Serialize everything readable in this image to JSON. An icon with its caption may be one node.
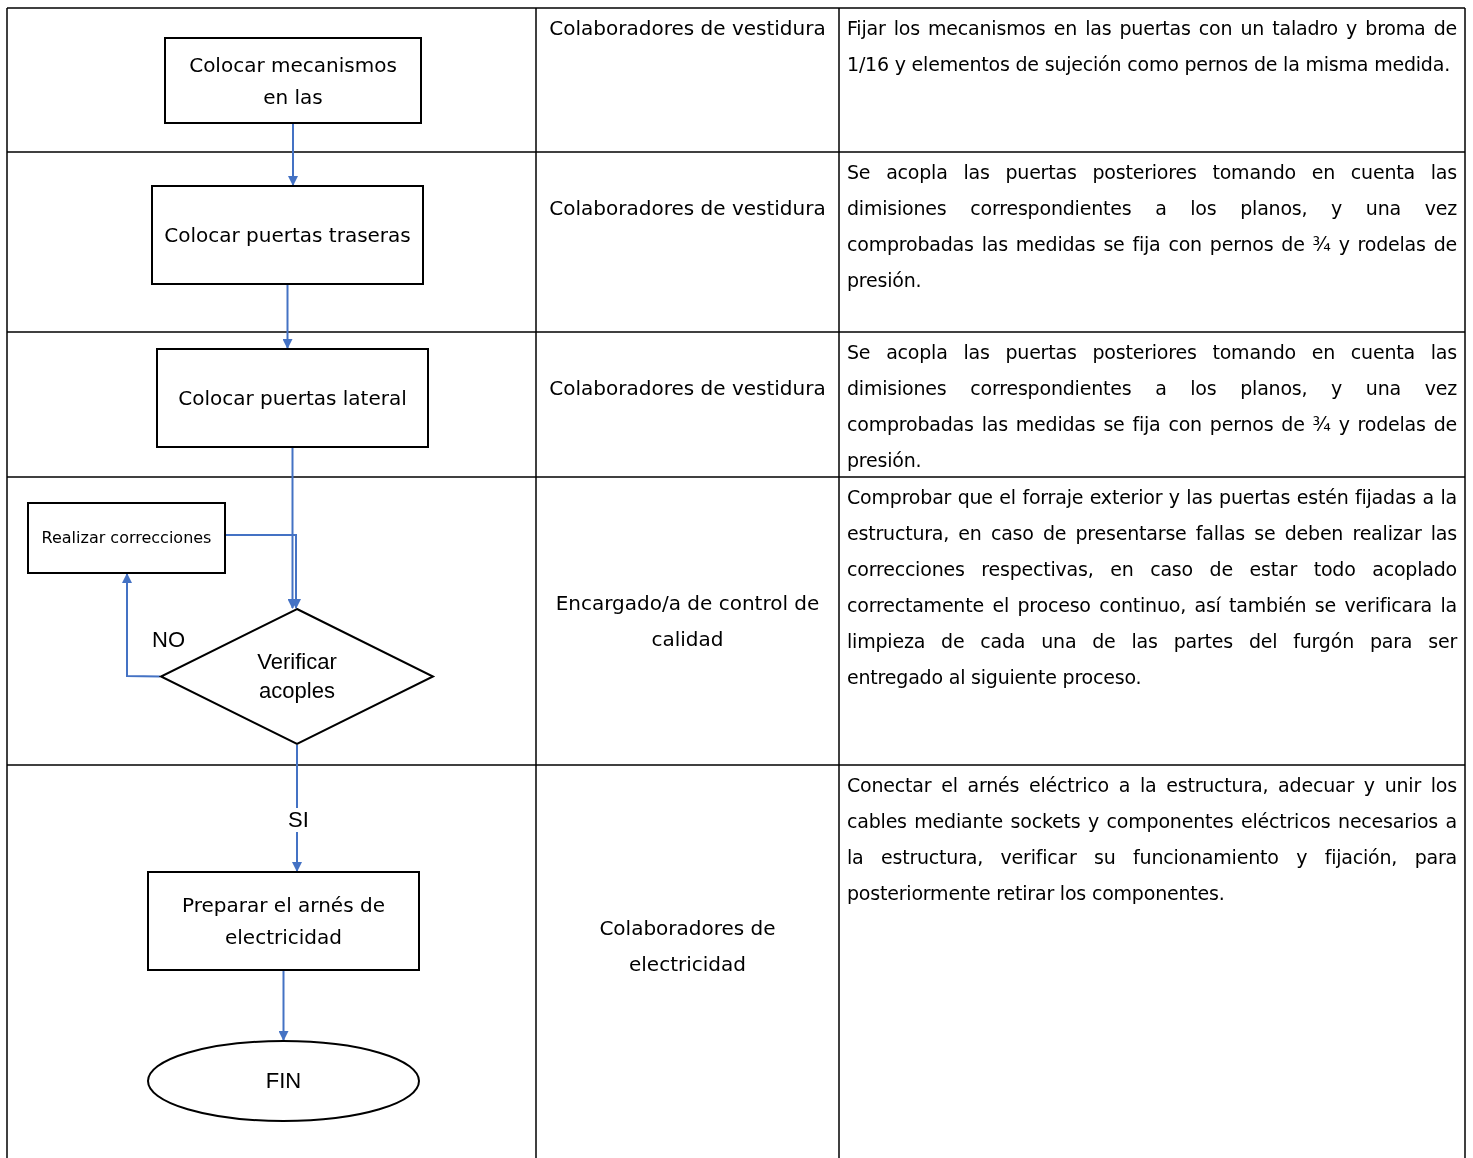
{
  "diagram": {
    "nodes": [
      {
        "text": [
          "Colocar mecanismos en las"
        ]
      },
      {
        "text": [
          "Colocar puertas traseras"
        ]
      },
      {
        "text": [
          "Colocar puertas lateral"
        ]
      },
      {
        "text": [
          "Realizar correcciones"
        ]
      },
      {
        "text": [
          "Verificar acoples"
        ]
      },
      {
        "text": [
          "Preparar el arnés de electricidad"
        ]
      },
      {
        "text": [
          "FIN"
        ]
      }
    ],
    "edges": [
      {
        "from": 0,
        "to": 1,
        "arrow": "to"
      },
      {
        "from": 1,
        "to": 2,
        "arrow": "to"
      },
      {
        "from": 2,
        "to": 4,
        "arrow": "to"
      },
      {
        "from": 3,
        "to": 4,
        "arrow": "to"
      },
      {
        "from": 4,
        "to": 3,
        "arrow": "to",
        "label": "NO"
      },
      {
        "from": 4,
        "to": 5,
        "arrow": "to",
        "label": "SI"
      },
      {
        "from": 5,
        "to": 6,
        "arrow": "to"
      }
    ],
    "labels": [
      "Colaboradores de vestidura",
      "Fijar los mecanismos en las puertas con un taladro y broma de 1/16 y elementos de sujeción como pernos de la misma medida.",
      "Colaboradores de vestidura",
      "Se acopla las puertas posteriores tomando en cuenta las dimisiones correspondientes a los planos, y una vez comprobadas las medidas se fija con pernos de ¾ y rodelas de presión.",
      "Colaboradores de vestidura",
      "Se acopla las puertas posteriores tomando en cuenta las dimisiones correspondientes a los planos, y una vez comprobadas las medidas se fija con pernos de ¾ y rodelas de presión.",
      "Encargado/a de control de calidad",
      "Comprobar que el forraje exterior y las puertas estén fijadas a la estructura, en caso de presentarse fallas se deben realizar las correcciones respectivas, en caso de estar todo acoplado correctamente el proceso continuo, así también se verificara la limpieza de cada una de las partes del furgón para ser entregado al siguiente proceso.",
      "Colaboradores de electricidad",
      "Conectar el arnés eléctrico a la estructura, adecuar y unir los cables mediante sockets y componentes eléctricos necesarios a la estructura, verificar su funcionamiento y fijación, para posteriormente retirar los componentes."
    ]
  }
}
